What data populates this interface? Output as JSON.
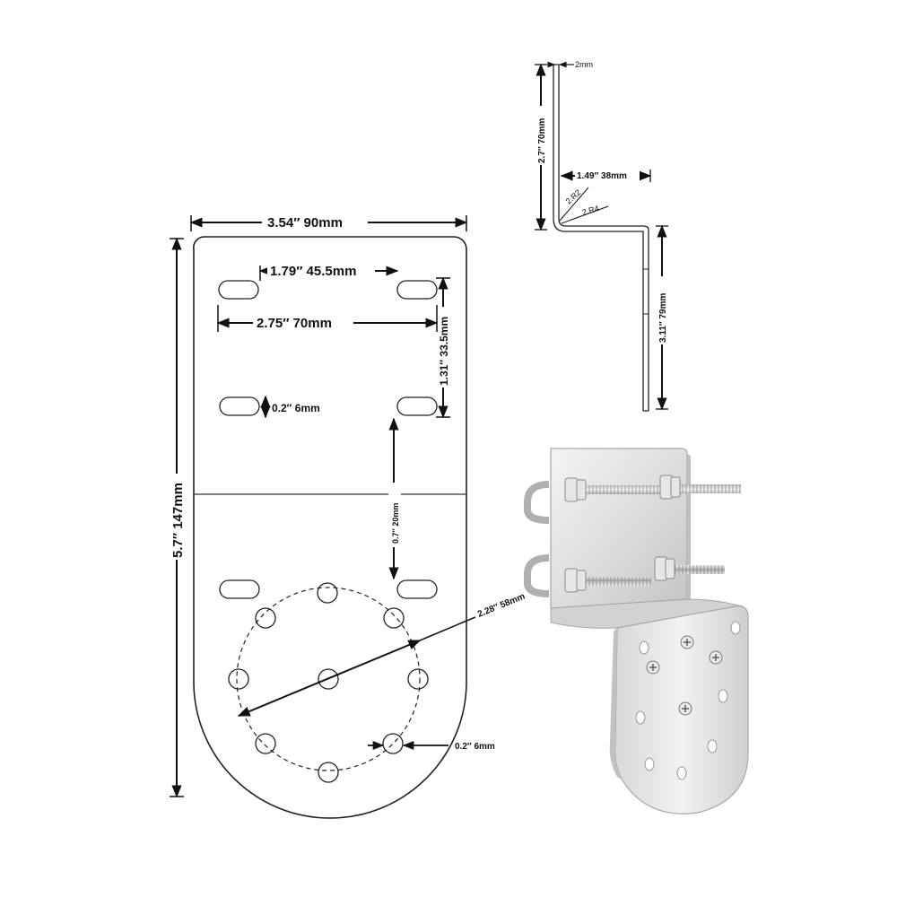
{
  "plate": {
    "width": "3.54″  90mm",
    "height": "5.7″ 147mm",
    "slot_pitch": "1.79″  45.5mm",
    "slot_outer": "2.75″  70mm",
    "slot_vertical": "1.31″ 33.5mm",
    "slot_width": "0.2″  6mm",
    "gap": "0.7″ 20mm",
    "circle_diameter": "2.28″  58mm",
    "hole_size": "0.2″  6mm"
  },
  "profile": {
    "thickness": "2mm",
    "top_height": "2.7″ 70mm",
    "offset": "1.49″  38mm",
    "bottom_height": "3.11″ 79mm",
    "radius_inner": "2.R2",
    "radius_outer": "2.R4"
  }
}
